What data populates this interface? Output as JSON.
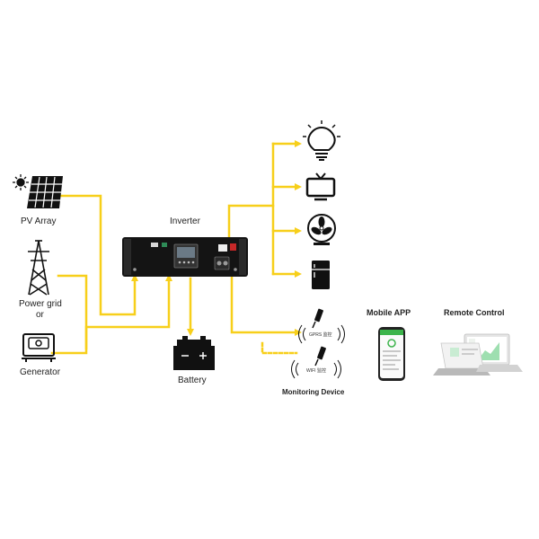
{
  "labels": {
    "pv_array": "PV Array",
    "power_grid": "Power grid",
    "or": "or",
    "generator": "Generator",
    "inverter": "Inverter",
    "battery": "Battery",
    "mobile_app": "Mobile APP",
    "remote_control": "Remote Control",
    "monitoring_device": "Monitoring Device",
    "gprs": "GPRS 监控",
    "wifi": "WIFI 监控"
  },
  "colors": {
    "line": "#f7cf1a",
    "device": "#111111",
    "app_accent": "#3cb44b"
  },
  "icons": [
    "sun-icon",
    "solar-panel-icon",
    "power-tower-icon",
    "generator-icon",
    "inverter-icon",
    "battery-icon",
    "light-bulb-icon",
    "tv-icon",
    "fan-icon",
    "fridge-icon",
    "gprs-dongle-icon",
    "wifi-dongle-icon",
    "smartphone-icon",
    "laptop-icon"
  ]
}
